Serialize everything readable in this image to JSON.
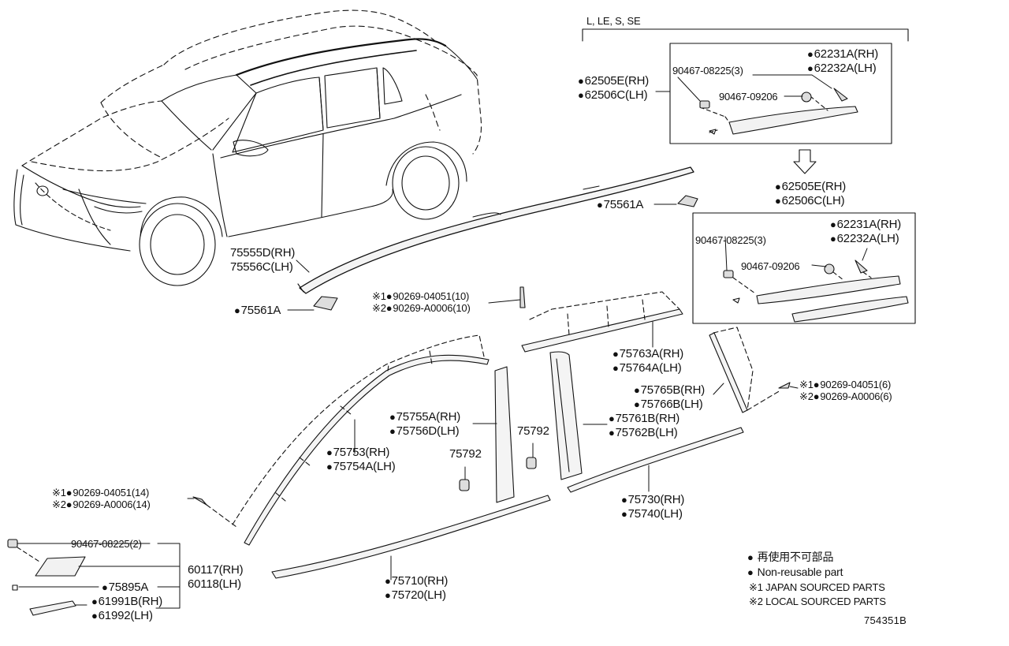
{
  "header": {
    "grade_text": "L, LE, S, SE"
  },
  "labels": {
    "p62505E_top": "62505E(RH)",
    "p62506C_top": "62506C(LH)",
    "p90467_08225_3_top": "90467-08225(3)",
    "p90467_09206_top": "90467-09206",
    "p62231A_top": "62231A(RH)",
    "p62232A_top": "62232A(LH)",
    "p62505E_mid": "62505E(RH)",
    "p62506C_mid": "62506C(LH)",
    "p90467_08225_3_mid": "90467-08225(3)",
    "p90467_09206_mid": "90467-09206",
    "p62231A_mid": "62231A(RH)",
    "p62232A_mid": "62232A(LH)",
    "p75561A_right": "75561A",
    "p75555D": "75555D(RH)",
    "p75556C": "75556C(LH)",
    "p75561A_left": "75561A",
    "clip10_a": "90269-04051(10)",
    "clip10_b": "90269-A0006(10)",
    "p75763A": "75763A(RH)",
    "p75764A": "75764A(LH)",
    "p75765B": "75765B(RH)",
    "p75766B": "75766B(LH)",
    "clip6_a": "90269-04051(6)",
    "clip6_b": "90269-A0006(6)",
    "p75755A": "75755A(RH)",
    "p75756D": "75756D(LH)",
    "p75792_a": "75792",
    "p75792_b": "75792",
    "p75761B": "75761B(RH)",
    "p75762B": "75762B(LH)",
    "p75753": "75753(RH)",
    "p75754A": "75754A(LH)",
    "clip14_a": "90269-04051(14)",
    "clip14_b": "90269-A0006(14)",
    "p75730": "75730(RH)",
    "p75740": "75740(LH)",
    "p90467_08225_2": "90467-08225(2)",
    "p60117": "60117(RH)",
    "p60118": "60118(LH)",
    "p75895A": "75895A",
    "p61991B": "61991B(RH)",
    "p61992": "61992(LH)",
    "p75710": "75710(RH)",
    "p75720": "75720(LH)"
  },
  "marks": {
    "note1": "※1",
    "note2": "※2"
  },
  "legend": {
    "non_reusable_jp": "再使用不可部品",
    "non_reusable_en": "Non-reusable part",
    "note1_text": "JAPAN SOURCED PARTS",
    "note2_text": "LOCAL SOURCED PARTS"
  },
  "figure_ref": "754351B"
}
